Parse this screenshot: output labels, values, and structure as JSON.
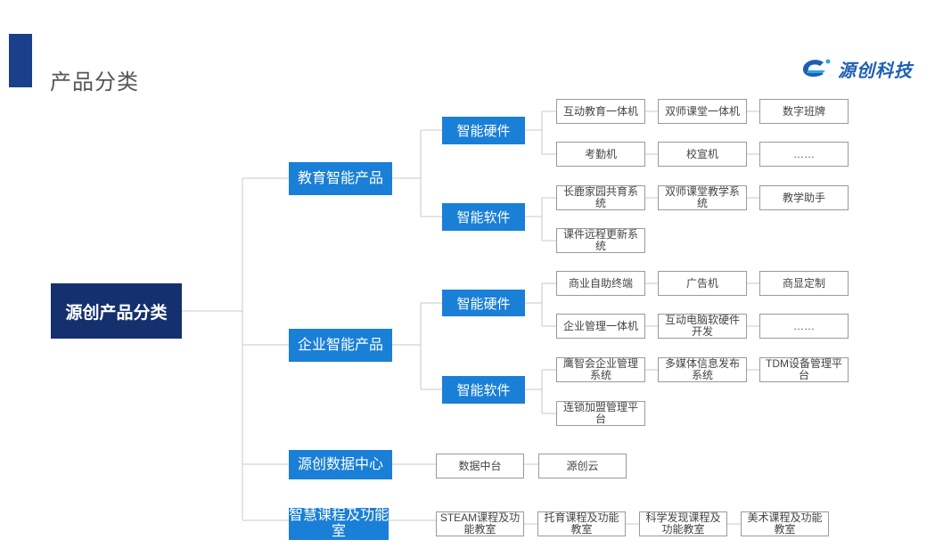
{
  "header": {
    "title": "产品分类",
    "brand_name": "源创科技"
  },
  "tree": {
    "root": "源创产品分类",
    "education": {
      "label": "教育智能产品",
      "hardware": {
        "label": "智能硬件",
        "items": [
          "互动教育一体机",
          "双师课堂一体机",
          "数字班牌",
          "考勤机",
          "校宣机",
          "……"
        ]
      },
      "software": {
        "label": "智能软件",
        "items": [
          "长鹿家园共育系统",
          "双师课堂教学系统",
          "教学助手",
          "课件远程更新系统"
        ]
      }
    },
    "enterprise": {
      "label": "企业智能产品",
      "hardware": {
        "label": "智能硬件",
        "items": [
          "商业自助终端",
          "广告机",
          "商显定制",
          "企业管理一体机",
          "互动电脑软硬件开发",
          "……"
        ]
      },
      "software": {
        "label": "智能软件",
        "items": [
          "鹰智会企业管理系统",
          "多媒体信息发布系统",
          "TDM设备管理平台",
          "连锁加盟管理平台"
        ]
      }
    },
    "data_center": {
      "label": "源创数据中心",
      "items": [
        "数据中台",
        "源创云"
      ]
    },
    "courses": {
      "label": "智慧课程及功能室",
      "items": [
        "STEAM课程及功能教室",
        "托育课程及功能教室",
        "科学发现课程及功能教室",
        "美术课程及功能教室"
      ]
    }
  },
  "colors": {
    "root": "#14306e",
    "branch": "#1a7fd6",
    "leaf_border": "#9a9a9a",
    "line": "#c8c8c8",
    "accent": "#1b3f8b"
  }
}
